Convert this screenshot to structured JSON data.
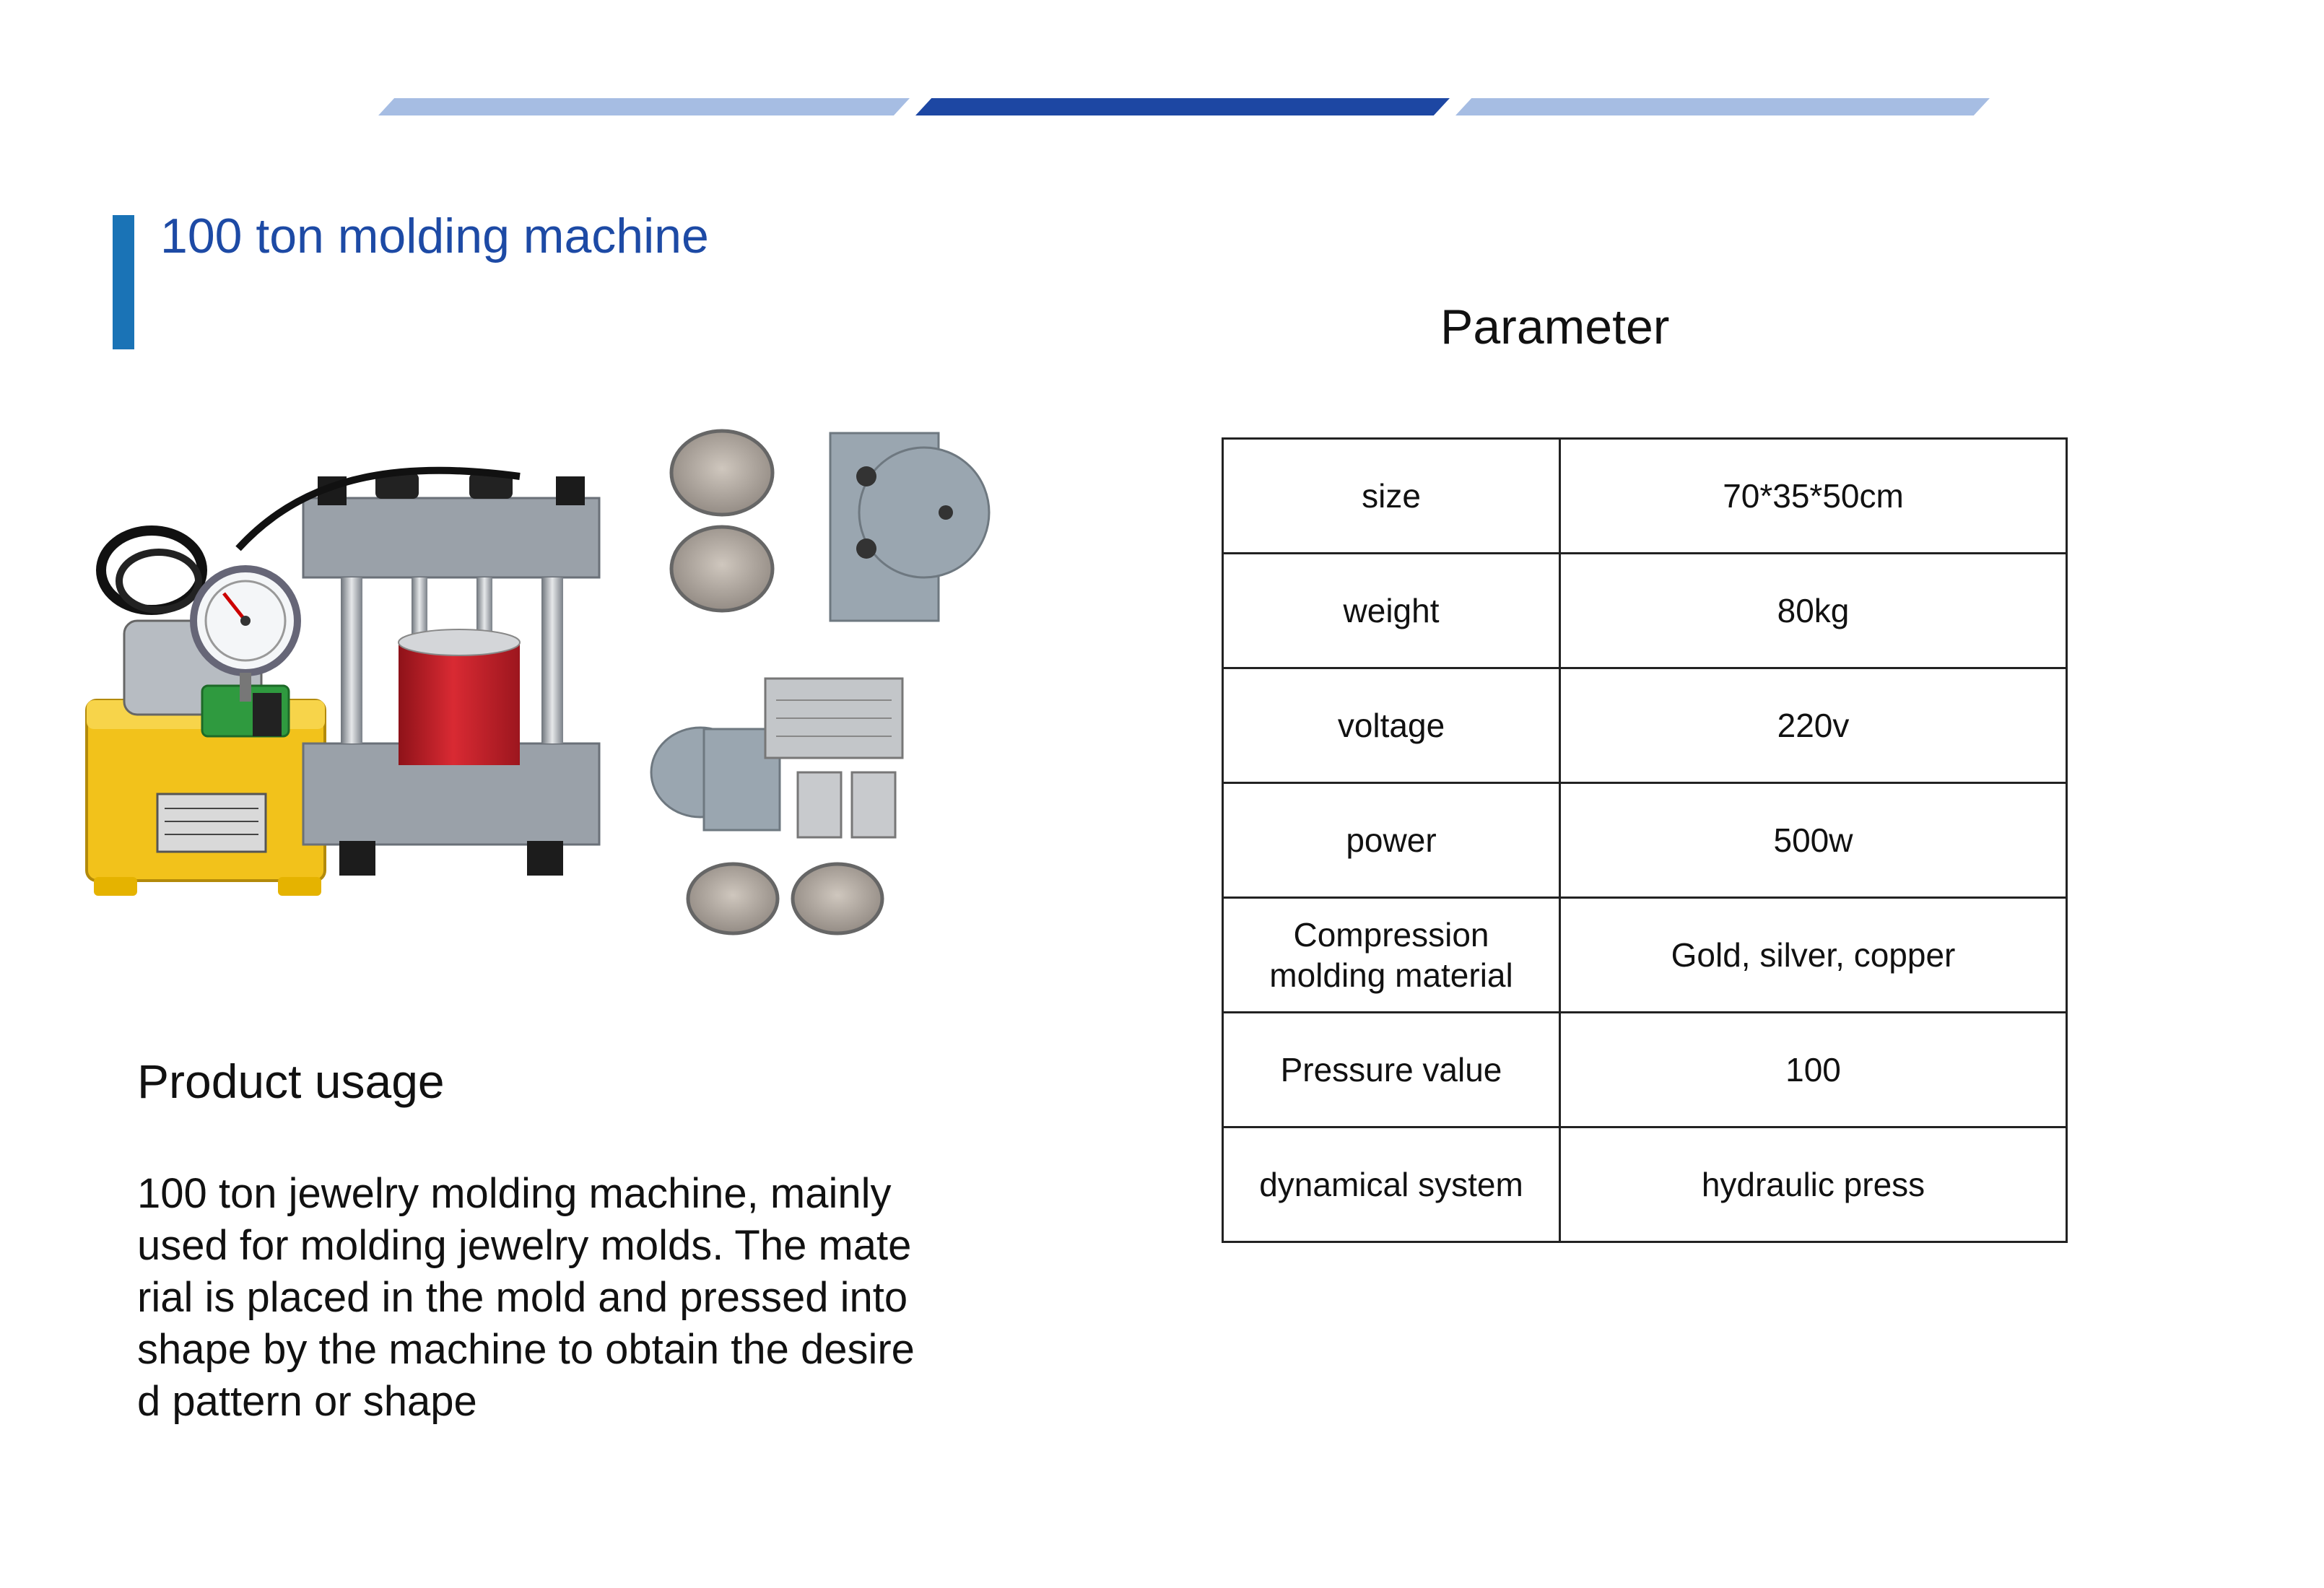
{
  "title": "100 ton molding machine",
  "parameter_heading": "Parameter",
  "parameters": [
    {
      "name": "size",
      "value": "70*35*50cm"
    },
    {
      "name": "weight",
      "value": "80kg"
    },
    {
      "name": "voltage",
      "value": "220v"
    },
    {
      "name": "power",
      "value": "500w"
    },
    {
      "name": "Compression molding material",
      "value": "Gold, silver, copper"
    },
    {
      "name": "Pressure value",
      "value": "100"
    },
    {
      "name": "dynamical system",
      "value": "hydraulic press"
    }
  ],
  "usage": {
    "heading": "Product usage",
    "text": "  100 ton jewelry molding machine, mainly\n used for molding jewelry molds. The mate\nrial is placed in the mold and pressed into\nshape by the machine to obtain the desire\nd pattern or shape"
  },
  "colors": {
    "title_blue": "#1d4aa5",
    "accent_bar": "#1a73b6",
    "band_light": "#a6bde3",
    "band_dark": "#1d47a3",
    "machine_yellow": "#f2c21b",
    "cylinder_red": "#c8202a",
    "frame_grey": "#8e959e"
  },
  "icons": [
    "hydraulic-press-photo",
    "pressure-gauge-icon",
    "mold-set-photo"
  ]
}
